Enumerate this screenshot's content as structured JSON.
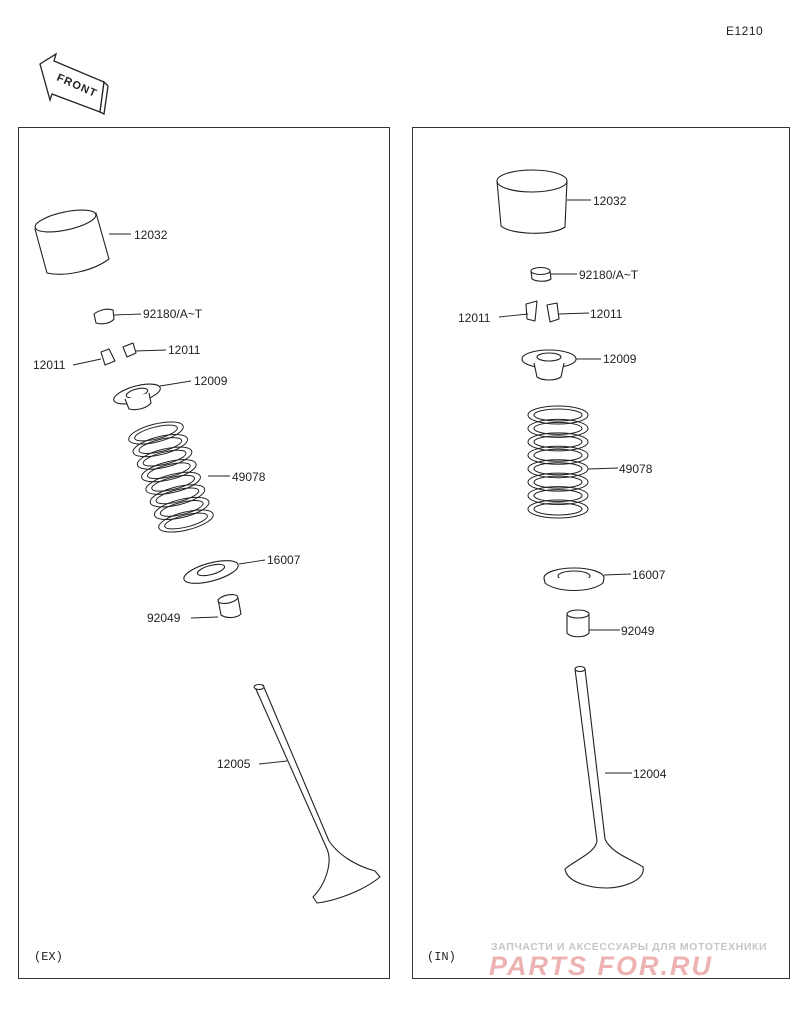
{
  "diagram_code": "E1210",
  "front_arrow_text": "FRONT",
  "panels": {
    "ex": {
      "label": "(EX)",
      "callouts": {
        "tappet": "12032",
        "shim": "92180/A~T",
        "cotter_left": "12011",
        "cotter_right": "12011",
        "retainer": "12009",
        "spring": "49078",
        "spring_seat": "16007",
        "stem_seal": "92049",
        "valve": "12005"
      }
    },
    "in": {
      "label": "(IN)",
      "callouts": {
        "tappet": "12032",
        "shim": "92180/A~T",
        "cotter_left": "12011",
        "cotter_right": "12011",
        "retainer": "12009",
        "spring": "49078",
        "spring_seat": "16007",
        "stem_seal": "92049",
        "valve": "12004"
      }
    }
  },
  "watermark": {
    "tagline": "ЗАПЧАСТИ И АКСЕССУАРЫ ДЛЯ МОТОТЕХНИКИ",
    "site": "PARTS FOR.RU"
  }
}
